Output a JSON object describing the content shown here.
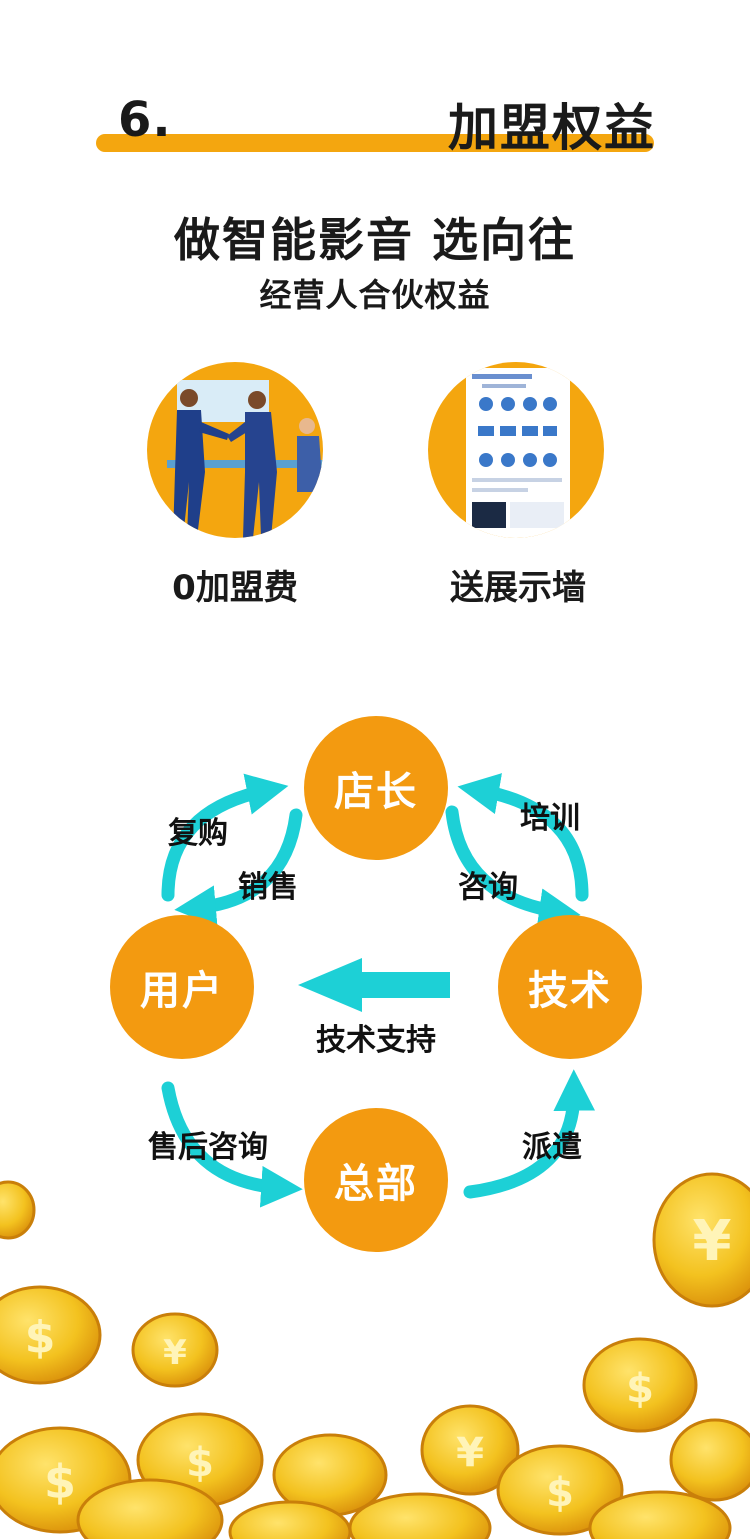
{
  "header": {
    "number": "6.",
    "title": "加盟权益"
  },
  "tagline": {
    "line1": "做智能影音 选向往",
    "line2": "经营人合伙权益"
  },
  "benefits": [
    {
      "caption": "0加盟费",
      "icon": "handshake-illustration"
    },
    {
      "caption": "送展示墙",
      "icon": "display-wall-illustration"
    }
  ],
  "cycle": {
    "nodes": {
      "manager": "店长",
      "user": "用户",
      "tech": "技术",
      "hq": "总部"
    },
    "labels": {
      "repurchase": "复购",
      "sales": "销售",
      "training": "培训",
      "consult": "咨询",
      "tech_support": "技术支持",
      "after_sales": "售后咨询",
      "dispatch": "派遣"
    }
  },
  "colors": {
    "accent": "#f4a60f",
    "node": "#f39a10",
    "arrow": "#1dd0d6",
    "coin": "#f3c21f"
  }
}
